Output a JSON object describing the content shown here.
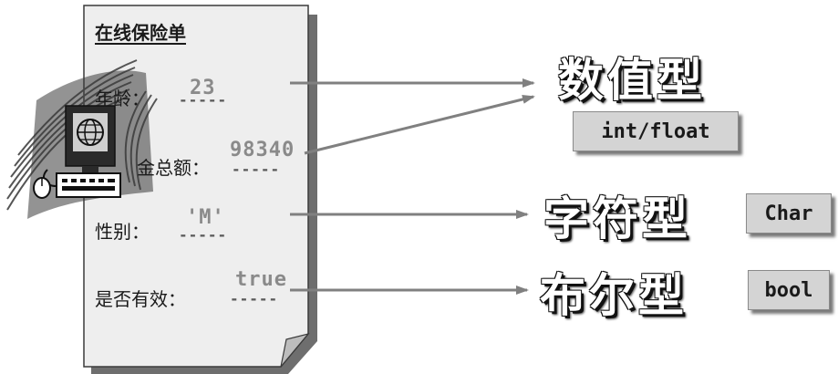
{
  "form": {
    "title": "在线保险单",
    "fields": [
      {
        "label": "年龄：",
        "value": "23",
        "dashes": "-----"
      },
      {
        "label": "金总额：",
        "value": "98340",
        "dashes": "-----"
      },
      {
        "label": "性别：",
        "value": "'M'",
        "dashes": "-----"
      },
      {
        "label": "是否有效：",
        "value": "true",
        "dashes": "-----"
      }
    ]
  },
  "types": {
    "numeric": {
      "label": "数值型",
      "code": "int/float"
    },
    "char": {
      "label": "字符型",
      "code": "Char"
    },
    "bool": {
      "label": "布尔型",
      "code": "bool"
    }
  },
  "icons": [
    "computer-icon",
    "globe-icon",
    "keyboard-icon",
    "mouse-icon"
  ]
}
